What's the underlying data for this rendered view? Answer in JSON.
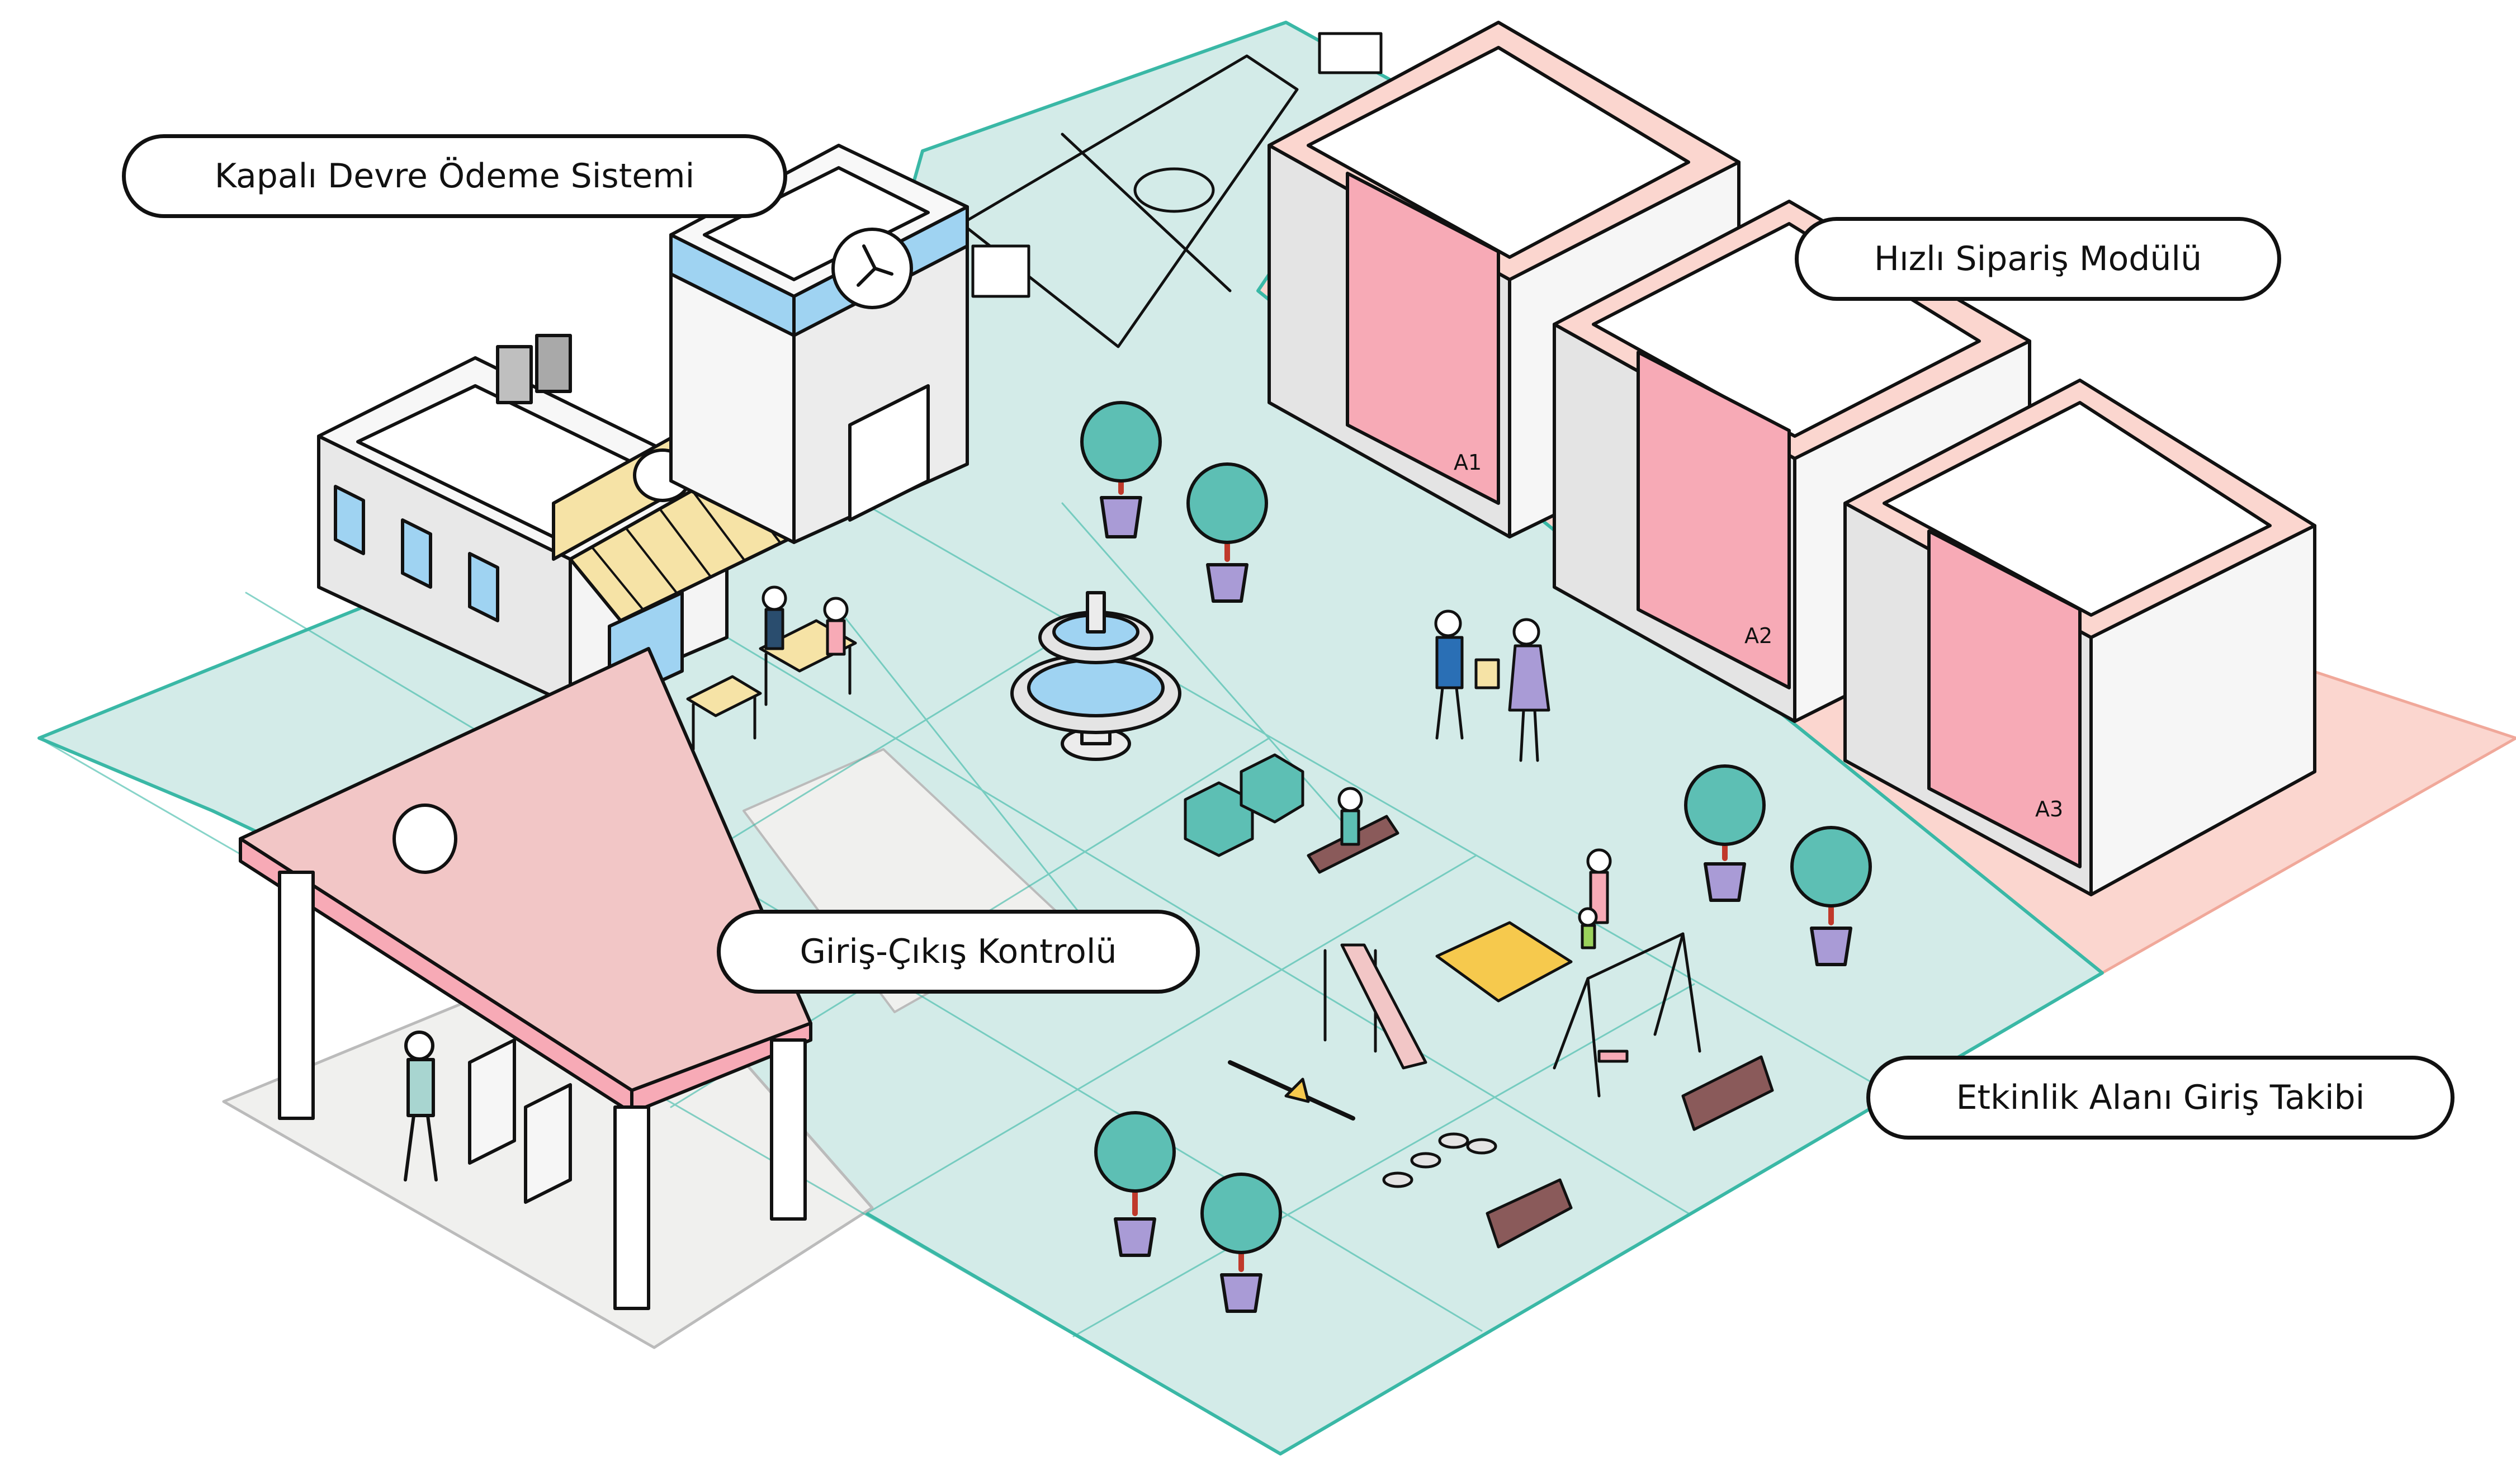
{
  "callouts": {
    "payment": "Kapalı Devre Ödeme Sistemi",
    "order": "Hızlı Sipariş Modülü",
    "access": "Giriş-Çıkış Kontrolü",
    "event": "Etkinlik Alanı Giriş Takibi"
  },
  "buildings": {
    "a1": "A1",
    "a2": "A2",
    "a3": "A3"
  },
  "colors": {
    "plaza": "#d3ebe8",
    "plaza_edge": "#3ab8a6",
    "residential_zone": "#fbd6cf",
    "entrance_zone": "#f0f0ee",
    "building_pink": "#f7aab6",
    "roof_pink": "#f2c6c6",
    "tree": "#5dbfb4",
    "pot": "#a99bd6",
    "gym_blue": "#9fd3f2",
    "cafe_awning": "#f6e3a6"
  }
}
